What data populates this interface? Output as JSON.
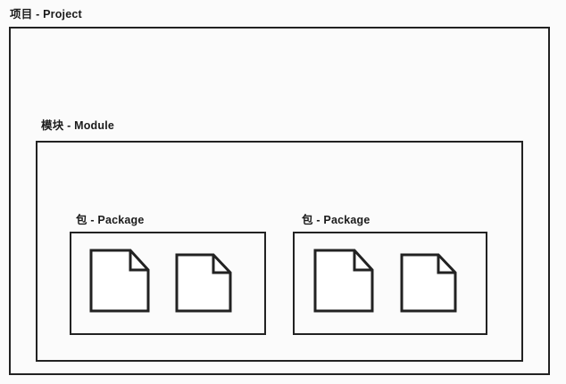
{
  "diagram": {
    "type": "nested-hierarchy",
    "title": "项目 - Project",
    "background_color": "#fbfbfb",
    "stroke_color": "#222222",
    "text_color": "#1b1b1b",
    "levels": [
      {
        "id": "project",
        "label": "项目 - Project",
        "depth": 0
      },
      {
        "id": "module",
        "label": "模块 - Module",
        "depth": 1
      },
      {
        "id": "package-1",
        "label": "包 - Package",
        "depth": 2
      },
      {
        "id": "package-2",
        "label": "包 - Package",
        "depth": 2
      }
    ],
    "files": [
      {
        "id": "p1-f1",
        "parent": "package-1",
        "icon": "file-icon"
      },
      {
        "id": "p1-f2",
        "parent": "package-1",
        "icon": "file-icon"
      },
      {
        "id": "p2-f1",
        "parent": "package-2",
        "icon": "file-icon"
      },
      {
        "id": "p2-f2",
        "parent": "package-2",
        "icon": "file-icon"
      }
    ]
  }
}
